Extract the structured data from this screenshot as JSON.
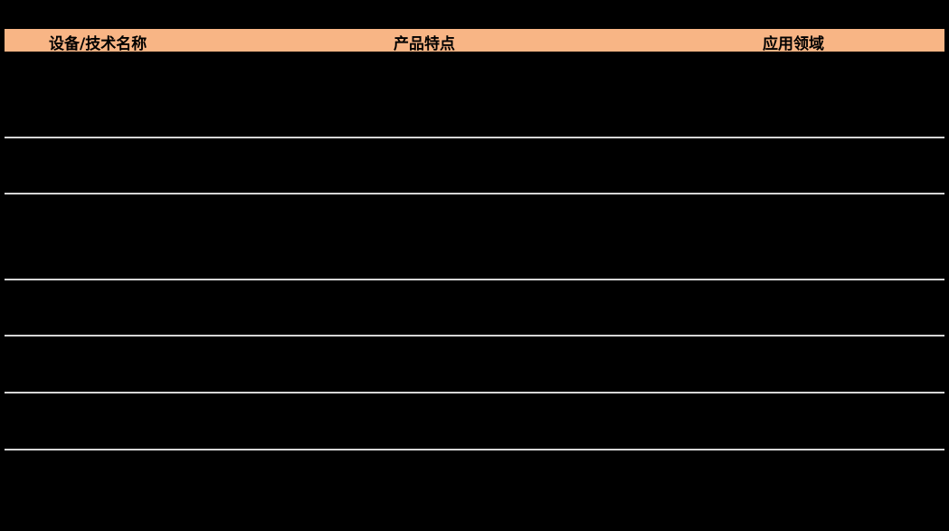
{
  "table": {
    "header_bg": "#F8B585",
    "columns": [
      {
        "label": "设备/技术名称"
      },
      {
        "label": "产品特点"
      },
      {
        "label": "应用领域"
      }
    ],
    "rows": [
      {
        "name": "",
        "features": "",
        "application": ""
      },
      {
        "name": "",
        "features": "",
        "application": ""
      },
      {
        "name": "",
        "features": "",
        "application": ""
      },
      {
        "name": "",
        "features": "",
        "application": ""
      },
      {
        "name": "",
        "features": "",
        "application": ""
      },
      {
        "name": "",
        "features": "",
        "application": ""
      },
      {
        "name": "",
        "features": "",
        "application": ""
      }
    ],
    "divider_color": "#D6D6D6"
  }
}
